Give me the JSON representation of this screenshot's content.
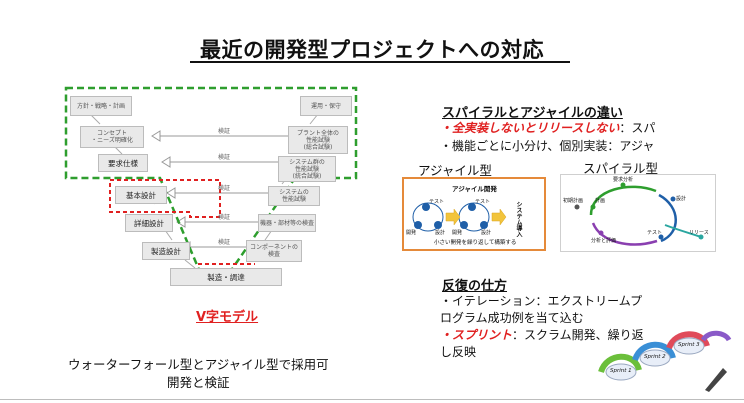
{
  "title": "最近の開発型プロジェクトへの対応",
  "vmodel": {
    "caption": "V字モデル",
    "left_boxes": [
      {
        "label": "方針・戦略・計画"
      },
      {
        "label": "コンセプト\n・ニーズ明確化"
      },
      {
        "label": "要求仕様"
      },
      {
        "label": "基本設計"
      },
      {
        "label": "詳細設計"
      },
      {
        "label": "製造設計"
      }
    ],
    "right_boxes": [
      {
        "label": "運用・保守"
      },
      {
        "label": "プラント全体の\n性能試験\n(総合試験)"
      },
      {
        "label": "システム群の\n性能試験\n(統合試験)"
      },
      {
        "label": "システムの\n性能試験"
      },
      {
        "label": "機器・部材等の検査"
      },
      {
        "label": "コンポーネントの\n検査"
      }
    ],
    "bottom_box": "製造・調達",
    "arrow_labels": [
      "検証",
      "検証",
      "検証",
      "検証",
      "検証"
    ]
  },
  "left_note": {
    "line1": "ウォーターフォール型とアジャイル型で採用可",
    "line2": "開発と検証"
  },
  "diff": {
    "heading": "スパイラルとアジャイルの違い",
    "line1_red": "・全実装しないとリリースしない",
    "line1_rest": "：スパ",
    "line2": "・機能ごとに小分け、個別実装：アジャ"
  },
  "agile": {
    "label": "アジャイル型",
    "inner_title": "アジャイル開発",
    "nodes": [
      "テスト",
      "設計",
      "開発",
      "テスト",
      "設計",
      "開発"
    ],
    "release": "システム導入",
    "footer": "小さい開発を繰り返して構築する"
  },
  "spiral": {
    "label": "スパイラル型",
    "nodes": [
      "要求分析",
      "計画",
      "設計",
      "テスト",
      "リリース",
      "分析と評価",
      "初期計画"
    ]
  },
  "iteration": {
    "heading": "反復の仕方",
    "line1": "・イテレーション：エクストリームプ",
    "line2": "ログラム成功例を当て込む",
    "line3_red": "・スプリント",
    "line3_rest": "：スクラム開発、繰り返",
    "line4": "し反映"
  },
  "sprints": [
    "Sprint 1",
    "Sprint 2",
    "Sprint 3"
  ],
  "colors": {
    "green": "#2e9e2e",
    "red": "#e02020",
    "orange": "#e58a3a",
    "blue": "#1f5fa8"
  }
}
